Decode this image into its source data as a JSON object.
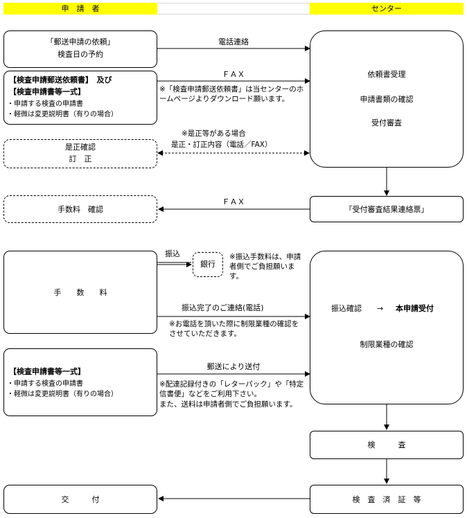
{
  "header": {
    "applicant": "申　請　者",
    "center": "センター"
  },
  "left": {
    "request_call": {
      "line1": "「郵送申請の依頼」",
      "line2": "検査日の予約"
    },
    "docs_fax": {
      "title1": "【検査申請郵送依頼書】　及び",
      "title2": "【検査申請書等一式】",
      "item1": "・申請する検査の申請書",
      "item2": "・軽微は変更説明書（有りの場合）"
    },
    "correction": {
      "line1": "是正確認",
      "line2": "訂　正"
    },
    "fee_confirm": "手数料　確認",
    "fee": "手　　数　　料",
    "docs_mail": {
      "title": "【検査申請書等一式】",
      "item1": "・申請する検査の申請書",
      "item2": "・軽微は変更説明書（有りの場合）"
    },
    "delivery": "交　　　付",
    "bank": "銀行"
  },
  "right": {
    "center_box": {
      "line1": "依頼書受理",
      "line2": "申請書類の確認",
      "line3": "受付審査"
    },
    "result_notice": "「受付審査結果連絡票」",
    "main_accept": {
      "confirm": "振込確認",
      "arrow": "→",
      "accept": "本申請受付",
      "line2": "制限業種の確認"
    },
    "inspection": "検　　　査",
    "certificate": "検　査　済　証　等"
  },
  "labels": {
    "phone": "電話連絡",
    "fax1": "ＦＡＸ",
    "fax_note": "※「検査申請郵送依頼書」は当センターのホームページよりダウンロード願います。",
    "correction_note1": "※是正等がある場合",
    "correction_note2": "是正・訂正内容（電話／FAX）",
    "fax2": "ＦＡＸ",
    "transfer": "振込",
    "bank_note": "※振込手数料は、申請者側でご負担願います。",
    "transfer_done": "振込完了のご連絡(電話)",
    "transfer_note": "※お電話を頂いた際に制限業種の確認をさせていただきます。",
    "mail_send": "郵送により送付",
    "mail_note1": "※配達記録付きの「レターパック」や「特定信書便」などをご利用下さい。",
    "mail_note2": "また、送料は申請者側でご負担願います。"
  }
}
